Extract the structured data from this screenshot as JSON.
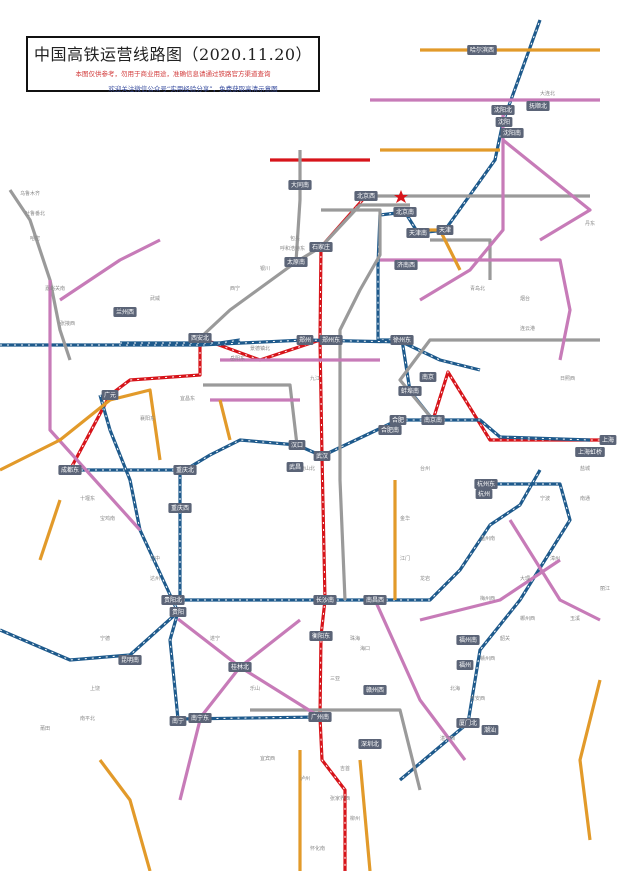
{
  "header": {
    "title": "中国高铁运营线路图（2020.11.20）",
    "note_red": "本图仅供参考，勿用于商业用途，准确信息请通过铁路官方渠道查询",
    "note_blue": "欢迎关注微信公众号“实用经验分享”，免费获取高清示意图"
  },
  "colors": {
    "red": "#d7141a",
    "blue": "#1e5a8c",
    "gray": "#9a9a9a",
    "pink": "#c77bb8",
    "orange": "#e29a2a",
    "hub": "#5b6477"
  },
  "hubs": [
    "哈尔滨西",
    "沈阳北",
    "沈阳",
    "沈阳南",
    "抚顺北",
    "北京西",
    "北京南",
    "天津南",
    "天津",
    "石家庄",
    "太原南",
    "济南西",
    "郑州",
    "郑州东",
    "徐州东",
    "西安北",
    "兰州西",
    "广元",
    "成都东",
    "重庆北",
    "重庆西",
    "汉口",
    "武汉",
    "武昌",
    "南京",
    "南京南",
    "合肥",
    "合肥南",
    "蚌埠南",
    "上海",
    "上海虹桥",
    "杭州东",
    "杭州",
    "长沙南",
    "南昌西",
    "贵阳北",
    "贵阳",
    "衡阳东",
    "桂林北",
    "南宁东",
    "南宁",
    "广州南",
    "深圳北",
    "福州",
    "福州南",
    "厦门北",
    "昆明南",
    "赣州西",
    "潮汕",
    "大同南"
  ],
  "stations": [
    "乌鲁木齐",
    "吐鲁番北",
    "哈密",
    "嘉峪关南",
    "张掖西",
    "武威",
    "西宁",
    "银川",
    "呼和浩特东",
    "包头",
    "大连北",
    "丹东",
    "青岛北",
    "烟台",
    "连云港",
    "日照西",
    "盐城",
    "南通",
    "宁波",
    "温州南",
    "台州",
    "金华",
    "黄山北",
    "九江",
    "景德镇北",
    "岳阳东",
    "宜昌东",
    "襄阳东",
    "十堰东",
    "宝鸡南",
    "汉中",
    "达州",
    "遂宁",
    "乐山",
    "宜宾西",
    "泸州",
    "怀化南",
    "张家界西",
    "吉首",
    "柳州",
    "北海",
    "湛江西",
    "海口",
    "三亚",
    "珠海",
    "江门",
    "龙岩",
    "梅州西",
    "韶关",
    "郴州西",
    "赣州西",
    "吉安西",
    "上饶",
    "南平北",
    "宁德",
    "莆田",
    "漳州",
    "大理",
    "丽江",
    "玉溪"
  ]
}
